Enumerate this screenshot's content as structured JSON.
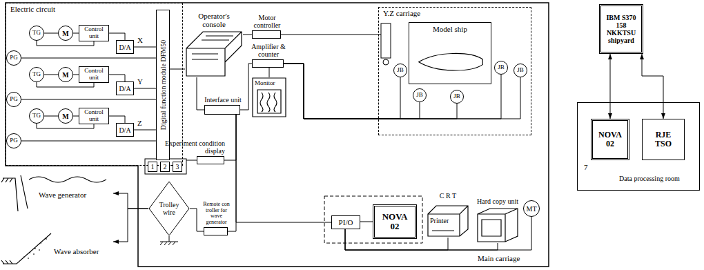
{
  "diagram": {
    "nodes": [
      {
        "text": [
          "Electric circuit"
        ]
      },
      {
        "text": [
          "PG"
        ],
        "in": 0
      },
      {
        "text": [
          "TG"
        ],
        "in": 0
      },
      {
        "text": [
          "M"
        ],
        "in": 0
      },
      {
        "text": [
          "Control unit"
        ],
        "in": 0
      },
      {
        "text": [
          "D/A"
        ],
        "in": 0
      },
      {
        "text": [
          "PG"
        ],
        "in": 0
      },
      {
        "text": [
          "TG"
        ],
        "in": 0
      },
      {
        "text": [
          "M"
        ],
        "in": 0
      },
      {
        "text": [
          "Control unit"
        ],
        "in": 0
      },
      {
        "text": [
          "D/A"
        ],
        "in": 0
      },
      {
        "text": [
          "PG"
        ],
        "in": 0
      },
      {
        "text": [
          "TG"
        ],
        "in": 0
      },
      {
        "text": [
          "M"
        ],
        "in": 0
      },
      {
        "text": [
          "Control unit"
        ],
        "in": 0
      },
      {
        "text": [
          "D/A"
        ],
        "in": 0
      },
      {
        "text": [
          "Digital function module DFM50"
        ],
        "in": 0
      },
      {
        "text": [
          "Operator's console"
        ]
      },
      {
        "text": [
          "Motor controller"
        ]
      },
      {
        "text": [
          "Amplifier & counter"
        ]
      },
      {
        "text": [
          "Monitor"
        ]
      },
      {
        "text": [
          "Interface unit"
        ]
      },
      {
        "text": [
          "Experiment condition display"
        ]
      },
      {
        "text": [
          "1"
        ]
      },
      {
        "text": [
          "2"
        ]
      },
      {
        "text": [
          "3"
        ]
      },
      {
        "text": [
          "Remote con troller for wave generator"
        ]
      },
      {
        "text": [
          "Trolley wire"
        ]
      },
      {
        "text": [
          "Wave generator"
        ]
      },
      {
        "text": [
          "Wave absorber"
        ]
      },
      {
        "text": [
          "PI/O"
        ]
      },
      {
        "text": [
          "NOVA 02"
        ]
      },
      {
        "text": [
          "C R T",
          "Printer"
        ]
      },
      {
        "text": [
          "Hard copy unit"
        ]
      },
      {
        "text": [
          "MT"
        ]
      },
      {
        "text": [
          "Y.Z carriage"
        ]
      },
      {
        "text": [
          "Model ship"
        ],
        "in": 35
      },
      {
        "text": [
          "JB"
        ],
        "in": 35
      },
      {
        "text": [
          "JB"
        ],
        "in": 35
      },
      {
        "text": [
          "JB"
        ],
        "in": 35
      },
      {
        "text": [
          "JB"
        ],
        "in": 35
      },
      {
        "text": [
          "JB"
        ],
        "in": 35
      },
      {
        "text": [
          "IBM S370 158 NKKTSU shipyard"
        ]
      },
      {
        "text": [
          "Data processing room"
        ]
      },
      {
        "text": [
          "NOVA 02"
        ],
        "in": 43
      },
      {
        "text": [
          "RJE TSO"
        ],
        "in": 43
      }
    ],
    "edges": [
      {
        "from": 1,
        "to": 16,
        "arrow": "none"
      },
      {
        "from": 2,
        "to": 3,
        "arrow": "none"
      },
      {
        "from": 3,
        "to": 4,
        "arrow": "none"
      },
      {
        "from": 4,
        "to": 5,
        "arrow": "none"
      },
      {
        "from": 5,
        "to": 16,
        "arrow": "none"
      },
      {
        "from": 2,
        "to": 4,
        "arrow": "none"
      },
      {
        "from": 6,
        "to": 16,
        "arrow": "none"
      },
      {
        "from": 7,
        "to": 8,
        "arrow": "none"
      },
      {
        "from": 8,
        "to": 9,
        "arrow": "none"
      },
      {
        "from": 9,
        "to": 10,
        "arrow": "none"
      },
      {
        "from": 10,
        "to": 16,
        "arrow": "none"
      },
      {
        "from": 7,
        "to": 9,
        "arrow": "none"
      },
      {
        "from": 11,
        "to": 16,
        "arrow": "none"
      },
      {
        "from": 12,
        "to": 13,
        "arrow": "none"
      },
      {
        "from": 13,
        "to": 14,
        "arrow": "none"
      },
      {
        "from": 14,
        "to": 15,
        "arrow": "none"
      },
      {
        "from": 15,
        "to": 16,
        "arrow": "none"
      },
      {
        "from": 12,
        "to": 14,
        "arrow": "none"
      },
      {
        "from": 16,
        "to": 17,
        "arrow": "none"
      },
      {
        "from": 17,
        "to": 18,
        "arrow": "none"
      },
      {
        "from": 17,
        "to": 21,
        "arrow": "none"
      },
      {
        "from": 21,
        "to": 19,
        "arrow": "none"
      },
      {
        "from": 19,
        "to": 20,
        "arrow": "none"
      },
      {
        "from": 18,
        "to": 35,
        "arrow": "none"
      },
      {
        "from": 19,
        "to": 37,
        "arrow": "none"
      },
      {
        "from": 19,
        "to": 38,
        "arrow": "none"
      },
      {
        "from": 19,
        "to": 39,
        "arrow": "none"
      },
      {
        "from": 19,
        "to": 40,
        "arrow": "none"
      },
      {
        "from": 19,
        "to": 41,
        "arrow": "none"
      },
      {
        "from": 21,
        "to": 22,
        "arrow": "none"
      },
      {
        "from": 21,
        "to": 26,
        "arrow": "none"
      },
      {
        "from": 21,
        "to": 30,
        "arrow": "none"
      },
      {
        "from": 26,
        "to": 27,
        "arrow": "none"
      },
      {
        "from": 27,
        "to": 28,
        "arrow": "to"
      },
      {
        "from": 27,
        "to": 29,
        "arrow": "to"
      },
      {
        "from": 30,
        "to": 31,
        "arrow": "none"
      },
      {
        "from": 30,
        "to": 32,
        "arrow": "none"
      },
      {
        "from": 30,
        "to": 33,
        "arrow": "none"
      },
      {
        "from": 30,
        "to": 34,
        "arrow": "none"
      },
      {
        "from": 42,
        "to": 44,
        "arrow": "both"
      },
      {
        "from": 42,
        "to": 45,
        "arrow": "both"
      }
    ],
    "labels": [
      "X",
      "Y",
      "Z",
      "Main carriage",
      "7"
    ]
  }
}
